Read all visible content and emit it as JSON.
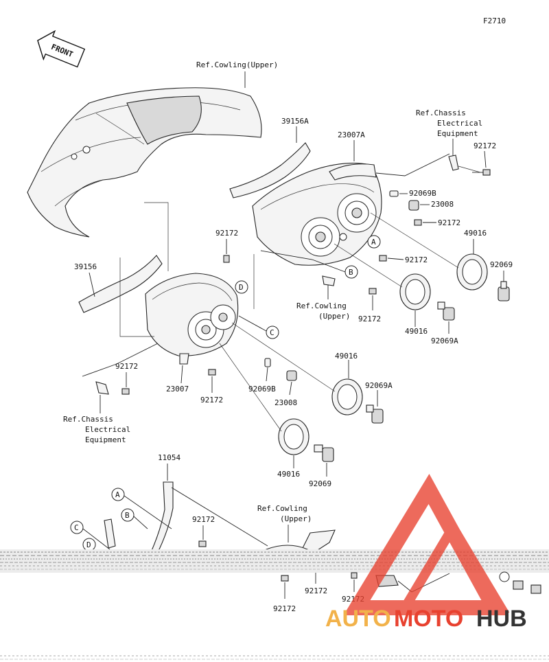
{
  "figure_code": "F2710",
  "front_label": "FRONT",
  "refs": {
    "cowling_upper_top": "Ref.Cowling(Upper)",
    "chassis_right": [
      "Ref.Chassis",
      "Electrical",
      "Equipment"
    ],
    "cowling_upper_mid": [
      "Ref.Cowling",
      "(Upper)"
    ],
    "chassis_left": [
      "Ref.Chassis",
      "Electrical",
      "Equipment"
    ],
    "cowling_upper_bottom": [
      "Ref.Cowling",
      "(Upper)"
    ]
  },
  "part_labels": {
    "p39156A": "39156A",
    "p23007A": "23007A",
    "p92172_r1": "92172",
    "p92069B_r": "92069B",
    "p23008_r": "23008",
    "p92172_r2": "92172",
    "p49016_r": "49016",
    "p92069_r": "92069",
    "p92172_r3": "92172",
    "p92172_c": "92172",
    "p39156": "39156",
    "p92172_mid": "92172",
    "p49016_mid": "49016",
    "p92069A_mid": "92069A",
    "p92172_l": "92172",
    "p23007": "23007",
    "p92172_l2": "92172",
    "p92069B_l": "92069B",
    "p23008_l": "23008",
    "p49016_l": "49016",
    "p92069A_l": "92069A",
    "p49016_l2": "49016",
    "p92069_l": "92069",
    "p11054": "11054",
    "p92172_b1": "92172",
    "p92172_b2": "92172",
    "p92172_b3": "92172",
    "p92172_b4": "92172"
  },
  "callouts": {
    "A": "A",
    "B": "B",
    "C": "C",
    "D": "D"
  },
  "watermark": {
    "part1": "AUTO",
    "part2": "MOTO",
    "part3": "HUB",
    "color1": "#f2b24a",
    "color2": "#e8412f",
    "color3": "#333333",
    "logo_color": "#e8412f"
  }
}
